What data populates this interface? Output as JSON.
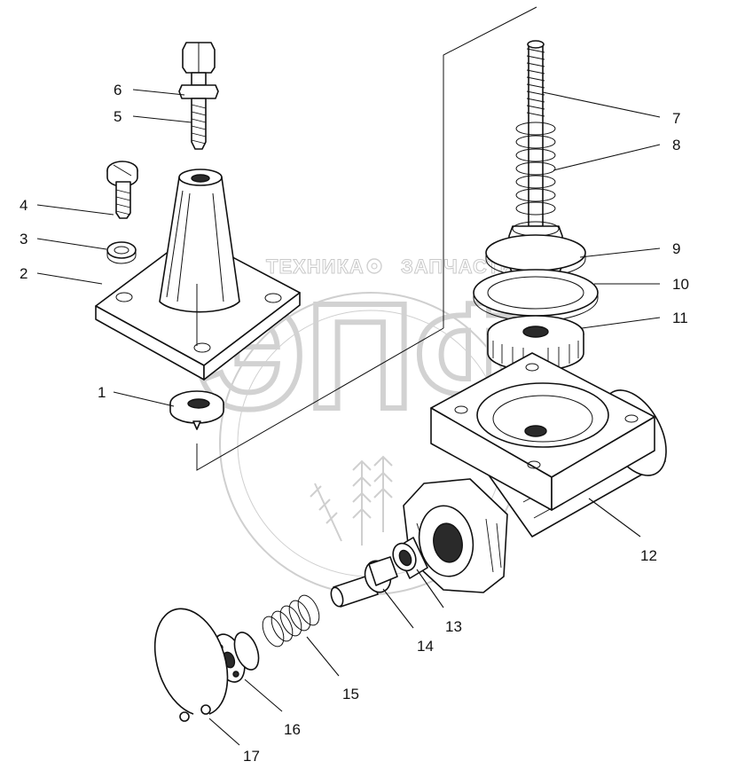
{
  "watermark": {
    "left_text": "ТЕХНИКА",
    "right_text": "ЗАПЧАСТИ",
    "logo_letters": "ЭПФ"
  },
  "callouts": [
    {
      "id": "1",
      "label": "1"
    },
    {
      "id": "2",
      "label": "2"
    },
    {
      "id": "3",
      "label": "3"
    },
    {
      "id": "4",
      "label": "4"
    },
    {
      "id": "5",
      "label": "5"
    },
    {
      "id": "6",
      "label": "6"
    },
    {
      "id": "7",
      "label": "7"
    },
    {
      "id": "8",
      "label": "8"
    },
    {
      "id": "9",
      "label": "9"
    },
    {
      "id": "10",
      "label": "10"
    },
    {
      "id": "11",
      "label": "11"
    },
    {
      "id": "12",
      "label": "12"
    },
    {
      "id": "13",
      "label": "13"
    },
    {
      "id": "14",
      "label": "14"
    },
    {
      "id": "15",
      "label": "15"
    },
    {
      "id": "16",
      "label": "16"
    },
    {
      "id": "17",
      "label": "17"
    }
  ]
}
